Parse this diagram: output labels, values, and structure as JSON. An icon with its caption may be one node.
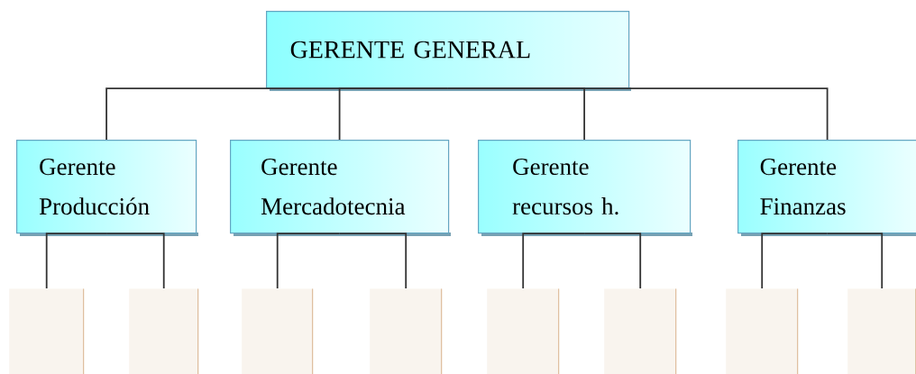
{
  "diagram": {
    "nodes": [
      {
        "text": [
          "GERENTE GENERAL"
        ]
      },
      {
        "text": [
          "Gerente Producción"
        ]
      },
      {
        "text": [
          "Gerente Mercadotecnia"
        ]
      },
      {
        "text": [
          "Gerente recursos h."
        ]
      },
      {
        "text": [
          "Gerente Finanzas"
        ]
      },
      {
        "text": [],
        "shape": "box"
      },
      {
        "text": [],
        "shape": "box"
      },
      {
        "text": [],
        "shape": "box"
      },
      {
        "text": [],
        "shape": "box"
      },
      {
        "text": [],
        "shape": "box"
      },
      {
        "text": [],
        "shape": "box"
      },
      {
        "text": [],
        "shape": "box"
      },
      {
        "text": [],
        "shape": "box"
      }
    ],
    "edges": [
      {
        "from": 0,
        "to": 1,
        "arrow": "none"
      },
      {
        "from": 0,
        "to": 2,
        "arrow": "none"
      },
      {
        "from": 0,
        "to": 3,
        "arrow": "none"
      },
      {
        "from": 0,
        "to": 4,
        "arrow": "none"
      },
      {
        "from": 1,
        "to": 5,
        "arrow": "none"
      },
      {
        "from": 1,
        "to": 6,
        "arrow": "none"
      },
      {
        "from": 2,
        "to": 7,
        "arrow": "none"
      },
      {
        "from": 2,
        "to": 8,
        "arrow": "none"
      },
      {
        "from": 3,
        "to": 9,
        "arrow": "none"
      },
      {
        "from": 3,
        "to": 10,
        "arrow": "none"
      },
      {
        "from": 4,
        "to": 11,
        "arrow": "none"
      },
      {
        "from": 4,
        "to": 12,
        "arrow": "none"
      }
    ]
  }
}
